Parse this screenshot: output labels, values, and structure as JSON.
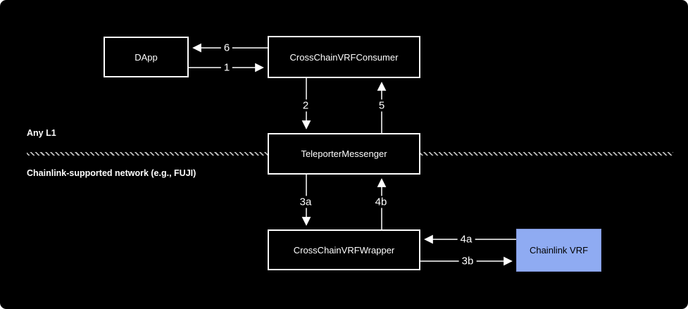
{
  "regions": {
    "top": {
      "label": "Any L1"
    },
    "bottom": {
      "label": "Chainlink-supported network (e.g., FUJI)"
    }
  },
  "nodes": {
    "dapp": {
      "label": "DApp"
    },
    "consumer": {
      "label": "CrossChainVRFConsumer"
    },
    "teleporter": {
      "label": "TeleporterMessenger"
    },
    "wrapper": {
      "label": "CrossChainVRFWrapper"
    },
    "chainlink_vrf": {
      "label": "Chainlink VRF"
    }
  },
  "edges": {
    "e1": {
      "label": "1",
      "from": "DApp",
      "to": "CrossChainVRFConsumer",
      "direction": "right"
    },
    "e2": {
      "label": "2",
      "from": "CrossChainVRFConsumer",
      "to": "TeleporterMessenger",
      "direction": "down"
    },
    "e3a": {
      "label": "3a",
      "from": "TeleporterMessenger",
      "to": "CrossChainVRFWrapper",
      "direction": "down"
    },
    "e3b": {
      "label": "3b",
      "from": "CrossChainVRFWrapper",
      "to": "Chainlink VRF",
      "direction": "right"
    },
    "e4a": {
      "label": "4a",
      "from": "Chainlink VRF",
      "to": "CrossChainVRFWrapper",
      "direction": "left"
    },
    "e4b": {
      "label": "4b",
      "from": "CrossChainVRFWrapper",
      "to": "TeleporterMessenger",
      "direction": "up"
    },
    "e5": {
      "label": "5",
      "from": "TeleporterMessenger",
      "to": "CrossChainVRFConsumer",
      "direction": "up"
    },
    "e6": {
      "label": "6",
      "from": "CrossChainVRFConsumer",
      "to": "DApp",
      "direction": "left"
    }
  },
  "colors": {
    "background": "#000000",
    "node_fill": "#000000",
    "node_border": "#ffffff",
    "node_text": "#ffffff",
    "chainlink_fill": "#8fabf2",
    "chainlink_border": "#7e93d8",
    "chainlink_text": "#000000",
    "divider": "#bdbdbd",
    "arrow": "#ffffff"
  }
}
